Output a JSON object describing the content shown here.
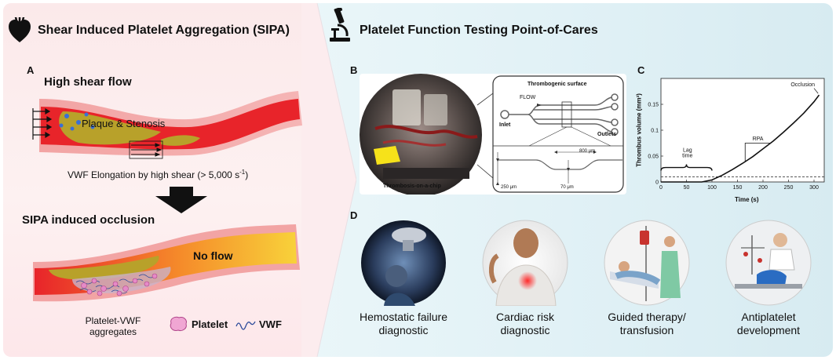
{
  "left": {
    "title": "Shear Induced Platelet Aggregation (SIPA)",
    "panel_letter": "A",
    "high_shear_label": "High shear flow",
    "plaque_label": "Plaque & Stenosis",
    "vwf_elongation": "VWF Elongation by high shear (> 5,000 s",
    "vwf_elongation_sup": "-1",
    "vwf_elongation_end": ")",
    "occlusion_label": "SIPA induced occlusion",
    "no_flow_label": "No flow",
    "aggregates_line1": "Platelet-VWF",
    "aggregates_line2": "aggregates",
    "legend_platelet": "Platelet",
    "legend_vwf": "VWF"
  },
  "right": {
    "title": "Platelet Function Testing Point-of-Cares",
    "panel_b": "B",
    "panel_c": "C",
    "panel_d": "D",
    "chip": {
      "thrombogenic": "Thrombogenic surface",
      "flow": "FLOW",
      "inlet": "Inlet",
      "outlets": "Outlets",
      "caption": "Thrombosis-on-a-chip",
      "dim_800": "800 μm",
      "dim_250": "250 μm",
      "dim_70": "70 μm"
    },
    "apps": [
      {
        "line1": "Hemostatic failure",
        "line2": "diagnostic"
      },
      {
        "line1": "Cardiac risk",
        "line2": "diagnostic"
      },
      {
        "line1": "Guided therapy/",
        "line2": "transfusion"
      },
      {
        "line1": "Antiplatelet",
        "line2": "development"
      }
    ]
  },
  "chart_data": {
    "type": "line",
    "xlabel": "Time (s)",
    "ylabel": "Thrombus volume (mm³)",
    "xlim": [
      0,
      320
    ],
    "ylim": [
      0,
      0.2
    ],
    "x_ticks": [
      0,
      50,
      100,
      150,
      200,
      250,
      300
    ],
    "y_ticks": [
      0,
      0.05,
      0.1,
      0.15
    ],
    "series": [
      {
        "x": [
          0,
          20,
          40,
          60,
          80,
          100,
          120,
          140,
          160,
          180,
          200,
          220,
          240,
          260,
          280,
          300,
          310
        ],
        "y": [
          0,
          0,
          0,
          0,
          0,
          0.004,
          0.013,
          0.024,
          0.036,
          0.049,
          0.064,
          0.079,
          0.096,
          0.114,
          0.133,
          0.155,
          0.168
        ]
      }
    ],
    "threshold_y": 0.01,
    "annotations": {
      "lag_line1": "Lag",
      "lag_line2": "time",
      "rpa": "RPA",
      "occlusion": "Occlusion"
    }
  }
}
